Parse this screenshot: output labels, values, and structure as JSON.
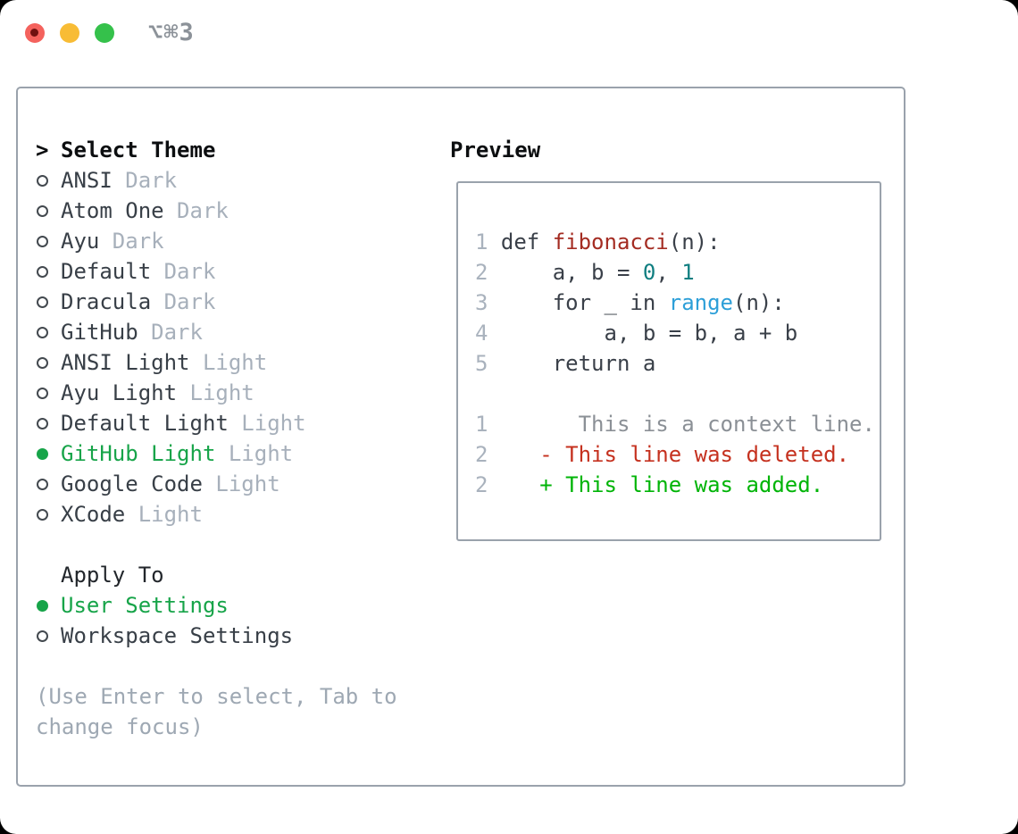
{
  "window": {
    "title": "⌥⌘3"
  },
  "traffic_lights": {
    "close_color": "#f4625d",
    "minimize_color": "#f8bc35",
    "zoom_color": "#35c14b"
  },
  "colors": {
    "panel_border": "#9aa2ac",
    "selected_green": "#17a449",
    "text_dark": "#383f47",
    "variant_gray": "#a7b0bb",
    "hint_gray": "#9ea8b3",
    "function_red": "#a42c22",
    "number_teal": "#0f7e80",
    "builtin_blue": "#2d9fd8",
    "diff_deleted_red": "#c5311f",
    "diff_added_green": "#00b407"
  },
  "theme_panel": {
    "header_marker": ">",
    "header_label": "Select Theme",
    "themes": [
      {
        "label": "ANSI",
        "variant": "Dark",
        "selected": false
      },
      {
        "label": "Atom One",
        "variant": "Dark",
        "selected": false
      },
      {
        "label": "Ayu",
        "variant": "Dark",
        "selected": false
      },
      {
        "label": "Default",
        "variant": "Dark",
        "selected": false
      },
      {
        "label": "Dracula",
        "variant": "Dark",
        "selected": false
      },
      {
        "label": "GitHub",
        "variant": "Dark",
        "selected": false
      },
      {
        "label": "ANSI Light",
        "variant": "Light",
        "selected": false
      },
      {
        "label": "Ayu Light",
        "variant": "Light",
        "selected": false
      },
      {
        "label": "Default Light",
        "variant": "Light",
        "selected": false
      },
      {
        "label": "GitHub Light",
        "variant": "Light",
        "selected": true
      },
      {
        "label": "Google Code",
        "variant": "Light",
        "selected": false
      },
      {
        "label": "XCode",
        "variant": "Light",
        "selected": false
      }
    ],
    "apply_to": {
      "header": "Apply To",
      "options": [
        {
          "label": "User Settings",
          "selected": true
        },
        {
          "label": "Workspace Settings",
          "selected": false
        }
      ]
    },
    "hint_lines": [
      "(Use Enter to select, Tab to",
      "change focus)"
    ]
  },
  "preview": {
    "title": "Preview",
    "lines": [
      {
        "no": "1",
        "tokens": [
          {
            "t": "def ",
            "c": "p"
          },
          {
            "t": "fibonacci",
            "c": "fn"
          },
          {
            "t": "(n):",
            "c": "p"
          }
        ]
      },
      {
        "no": "2",
        "tokens": [
          {
            "t": "    a, b = ",
            "c": "p"
          },
          {
            "t": "0",
            "c": "n"
          },
          {
            "t": ", ",
            "c": "p"
          },
          {
            "t": "1",
            "c": "n"
          }
        ]
      },
      {
        "no": "3",
        "tokens": [
          {
            "t": "    for _ in ",
            "c": "p"
          },
          {
            "t": "range",
            "c": "b"
          },
          {
            "t": "(n):",
            "c": "p"
          }
        ]
      },
      {
        "no": "4",
        "tokens": [
          {
            "t": "        a, b = b, a + b",
            "c": "p"
          }
        ]
      },
      {
        "no": "5",
        "tokens": [
          {
            "t": "    return a",
            "c": "p"
          }
        ]
      },
      {
        "no": "",
        "tokens": []
      },
      {
        "no": "1",
        "tokens": [
          {
            "t": "      This is a context line.",
            "c": "ctx"
          }
        ]
      },
      {
        "no": "2",
        "tokens": [
          {
            "t": "   - This line was deleted.",
            "c": "del"
          }
        ]
      },
      {
        "no": "2",
        "tokens": [
          {
            "t": "   + This line was added.",
            "c": "add"
          }
        ]
      }
    ]
  }
}
